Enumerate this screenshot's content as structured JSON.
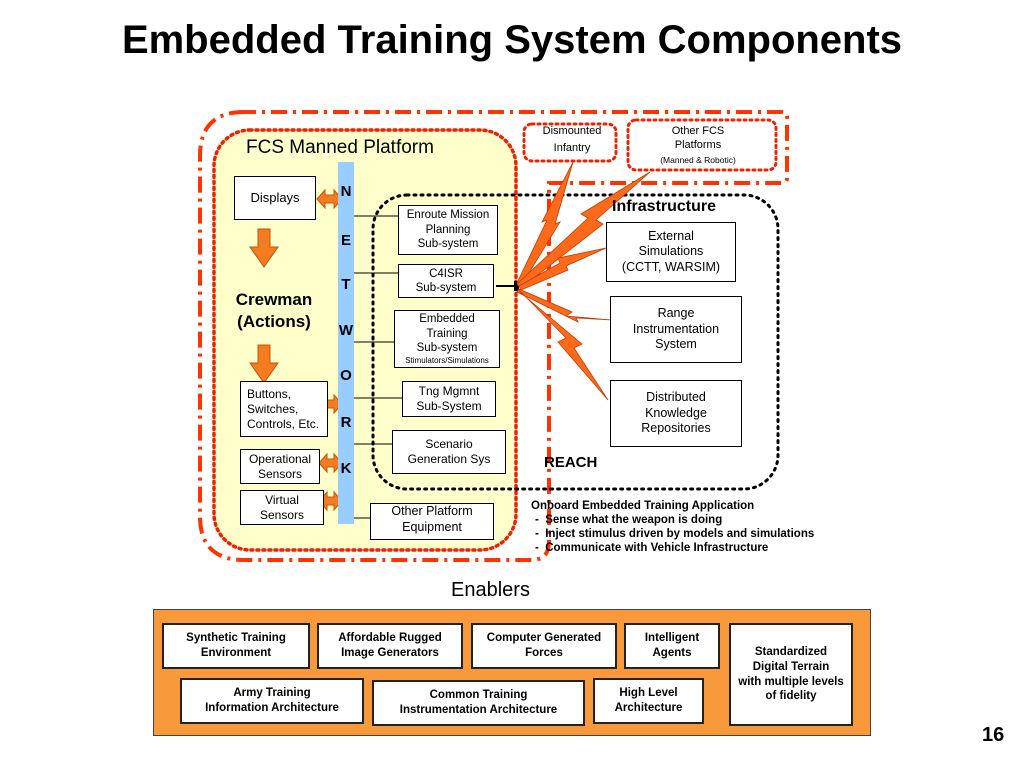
{
  "title": "Embedded Training System Components",
  "platform_label": "FCS Manned Platform",
  "dismounted_label": "Dismounted\nInfantry",
  "other_fcs_label": "Other  FCS\nPlatforms",
  "other_fcs_sub": "(Manned & Robotic)",
  "displays_label": "Displays",
  "crewman_label": "Crewman\n(Actions)",
  "controls_label": "Buttons,\nSwitches,\nControls, Etc.",
  "op_sensors_label": "Operational\nSensors",
  "virtual_sensors_label": "Virtual\nSensors",
  "network_letters": [
    "N",
    "E",
    "T",
    "W",
    "O",
    "R",
    "K"
  ],
  "subsystems": {
    "enroute": "Enroute Mission\nPlanning\nSub-system",
    "c4isr": "C4ISR\nSub-system",
    "et": "Embedded\nTraining\nSub-system",
    "et_sub": "Stimulators/Simulations",
    "tng": "Tng Mgmnt\nSub-System",
    "scenario": "Scenario\nGeneration Sys"
  },
  "other_equipment_label": "Other Platform\nEquipment",
  "infrastructure_label": "Infrastructure",
  "reach_label": "REACH",
  "infra_boxes": {
    "external": "External\nSimulations\n(CCTT, WARSIM)",
    "range": "Range\nInstrumentation\nSystem",
    "distributed": "Distributed\nKnowledge\nRepositories"
  },
  "onboard_title": "Onboard Embedded Training Application",
  "onboard_items": [
    "-  Sense what the weapon is doing",
    "-  Inject stimulus driven by models and simulations",
    "-  Communicate with Vehicle Infrastructure"
  ],
  "enablers_heading": "Enablers",
  "enablers": {
    "synthetic": "Synthetic Training\nEnvironment",
    "affordable": "Affordable Rugged\nImage Generators",
    "cgf": "Computer Generated\nForces",
    "intelligent": "Intelligent\nAgents",
    "terrain": "Standardized\nDigital Terrain\nwith multiple levels\nof fidelity",
    "army": "Army Training\nInformation Architecture",
    "common": "Common Training\nInstrumentation Architecture",
    "hla": "High Level\nArchitecture"
  },
  "page_number": "16",
  "colors": {
    "outline_red": "#ff3300",
    "dotted_red": "#ee2200",
    "platform_fill": "#ffffcc",
    "network_blue": "#99ccff",
    "arrow_orange": "#f47b20",
    "lightning": "#ff6a1a",
    "enablers_fill": "#f8993c"
  }
}
